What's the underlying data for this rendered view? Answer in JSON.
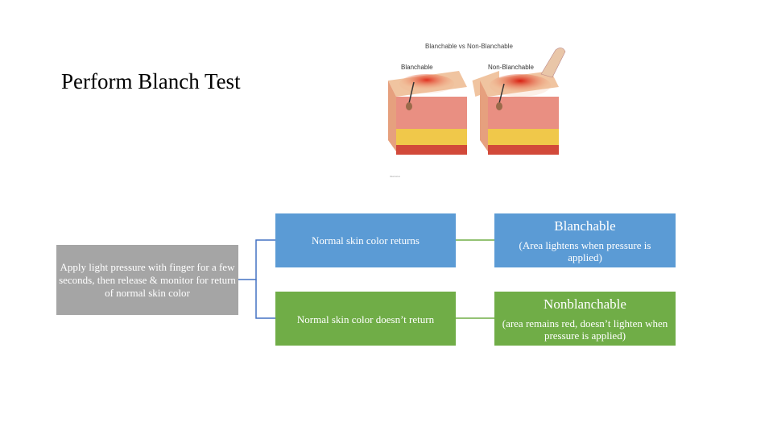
{
  "title": "Perform Blanch Test",
  "illustration": {
    "heading": "Blanchable vs Non-Blanchable",
    "left_label": "Blanchable",
    "right_label": "Non-Blanchable"
  },
  "diagram": {
    "root": "Apply light pressure with finger for a few seconds, then release & monitor for return of normal skin color",
    "branches": [
      {
        "condition": "Normal skin color returns",
        "result_title": "Blanchable",
        "result_detail": "(Area lightens when pressure is applied)"
      },
      {
        "condition": "Normal skin color doesn’t return",
        "result_title": "Nonblanchable",
        "result_detail": "(area remains red, doesn’t lighten when pressure is applied)"
      }
    ]
  },
  "colors": {
    "root": "#a5a5a5",
    "condition": "#5b9bd5",
    "outcome_top": "#5b9bd5",
    "outcome_bottom": "#70ad47",
    "connector_blue": "#4472c4",
    "connector_green": "#70ad47"
  }
}
